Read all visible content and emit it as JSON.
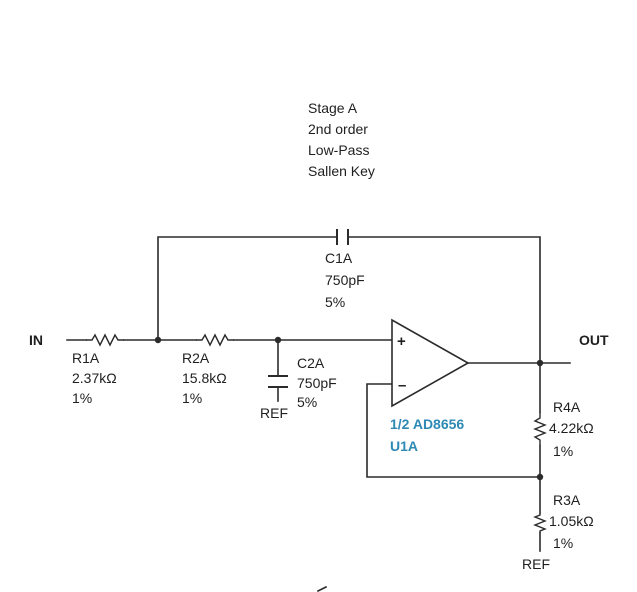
{
  "stage": {
    "line1": "Stage A",
    "line2": "2nd order",
    "line3": "Low-Pass",
    "line4": "Sallen Key"
  },
  "ports": {
    "input": "IN",
    "output": "OUT"
  },
  "components": {
    "r1a": {
      "ref": "R1A",
      "value": "2.37kΩ",
      "tol": "1%"
    },
    "r2a": {
      "ref": "R2A",
      "value": "15.8kΩ",
      "tol": "1%"
    },
    "c1a": {
      "ref": "C1A",
      "value": "750pF",
      "tol": "5%"
    },
    "c2a": {
      "ref": "C2A",
      "value": "750pF",
      "tol": "5%",
      "ground": "REF"
    },
    "r4a": {
      "ref": "R4A",
      "value": "4.22kΩ",
      "tol": "1%"
    },
    "r3a": {
      "ref": "R3A",
      "value": "1.05kΩ",
      "tol": "1%",
      "ground": "REF"
    }
  },
  "opamp": {
    "part": "1/2 AD8656",
    "designator": "U1A",
    "plus": "+",
    "minus": "–",
    "label_color": "#2e8ab5"
  }
}
